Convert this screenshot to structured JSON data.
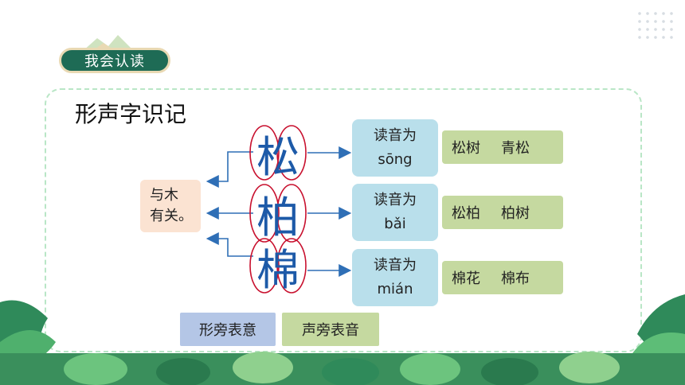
{
  "section_badge": {
    "label": "我会认读"
  },
  "heading": "形声字识记",
  "characters": [
    {
      "char": "松",
      "reading_label": "读音为",
      "pinyin": "sōng",
      "words": [
        "松树",
        "青松"
      ]
    },
    {
      "char": "柏",
      "reading_label": "读音为",
      "pinyin": "bǎi",
      "words": [
        "松柏",
        "柏树"
      ]
    },
    {
      "char": "棉",
      "reading_label": "读音为",
      "pinyin": "mián",
      "words": [
        "棉花",
        "棉布"
      ]
    }
  ],
  "meaning_note": {
    "line1": "与木",
    "line2": "有关。"
  },
  "tags": {
    "semantic": "形旁表意",
    "phonetic": "声旁表音"
  },
  "colors": {
    "badge": "#1e6b55",
    "char": "#1d5aa8",
    "oval": "#c8102e",
    "reading_box": "#b9dfeb",
    "words_box": "#c5d9a0",
    "note_box": "#fbe3d2",
    "arrow": "#2f6fb6"
  }
}
